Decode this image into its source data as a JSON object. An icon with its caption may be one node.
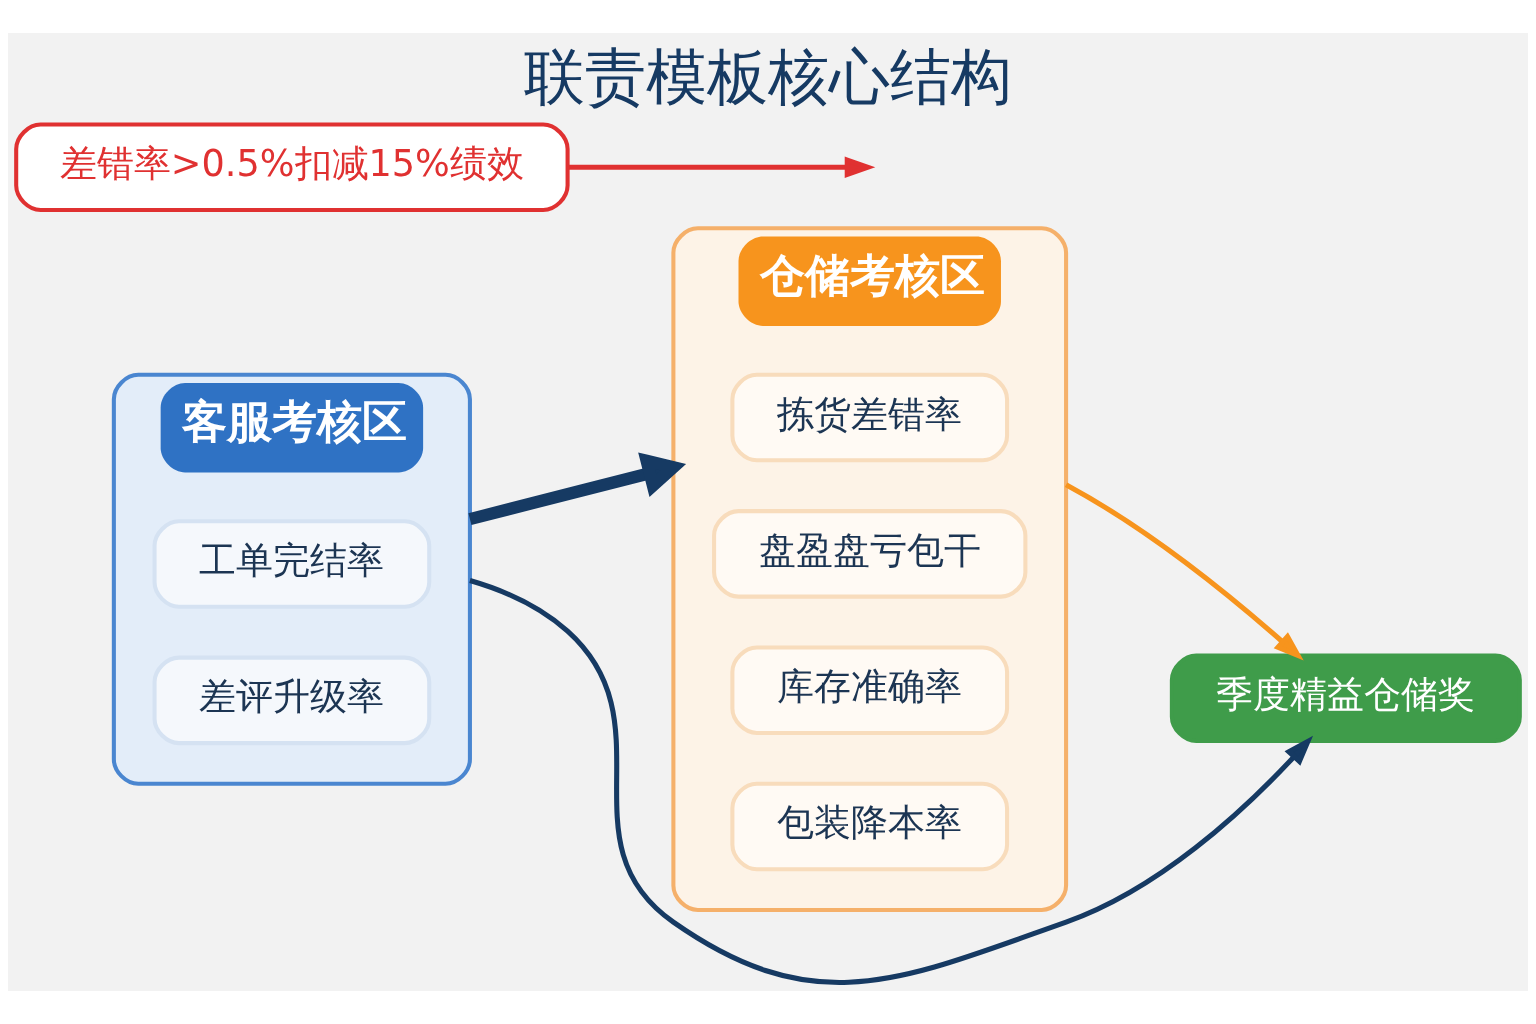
{
  "diagram": {
    "title": "联责模板核心结构",
    "nodes": [
      {
        "text": [
          "客服考核区"
        ]
      },
      {
        "text": [
          "工单完结率"
        ],
        "in": 0
      },
      {
        "text": [
          "差评升级率"
        ],
        "in": 0
      },
      {
        "text": [
          "仓储考核区"
        ]
      },
      {
        "text": [
          "拣货差错率"
        ],
        "in": 3
      },
      {
        "text": [
          "盘盈盘亏包干"
        ],
        "in": 3
      },
      {
        "text": [
          "库存准确率"
        ],
        "in": 3
      },
      {
        "text": [
          "包装降本率"
        ],
        "in": 3
      },
      {
        "text": [
          "差错率>0.5%扣减15%绩效"
        ]
      },
      {
        "text": [
          "季度精益仓储奖"
        ]
      }
    ],
    "edges": [
      {
        "from": 0,
        "to": 3,
        "arrow": "to",
        "style": "thick"
      },
      {
        "from": 8,
        "to": null,
        "arrow": "to",
        "color": "#e03131"
      },
      {
        "from": 0,
        "to": 9,
        "arrow": "to"
      },
      {
        "from": 3,
        "to": 9,
        "arrow": "to",
        "color": "#f7941d"
      }
    ]
  }
}
